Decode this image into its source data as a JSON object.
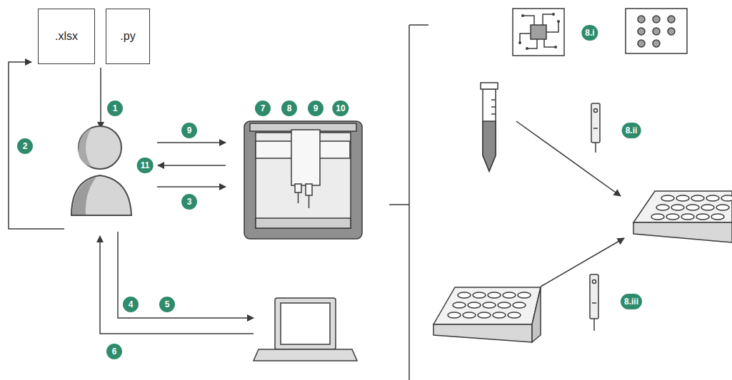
{
  "diagram": {
    "nodes": [
      {
        "text": [
          ".xlsx"
        ]
      },
      {
        "text": [
          ".py"
        ]
      }
    ],
    "labels": [
      "1",
      "2",
      "9",
      "11",
      "3",
      "4",
      "5",
      "6",
      "7",
      "8",
      "9",
      "10",
      "8.i",
      "8.ii",
      "8.iii"
    ]
  }
}
